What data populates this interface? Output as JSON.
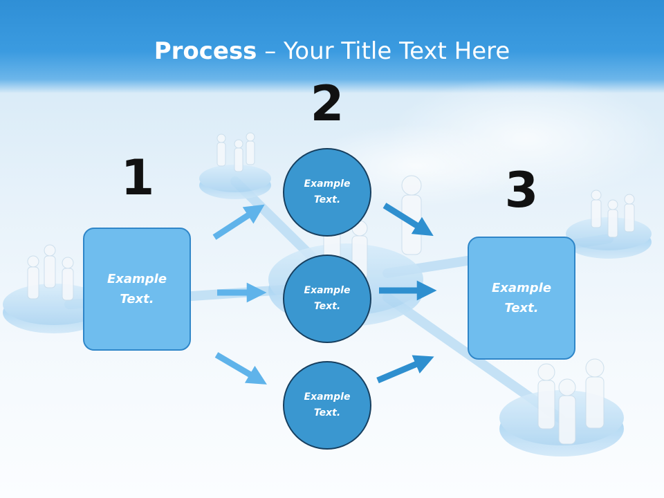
{
  "title": {
    "bold": "Process",
    "rest": " – Your Title Text Here"
  },
  "steps": [
    {
      "number": "1",
      "text": "Example Text."
    },
    {
      "number": "2",
      "items": [
        "Example Text.",
        "Example Text.",
        "Example Text."
      ]
    },
    {
      "number": "3",
      "text": "Example Text."
    }
  ],
  "colors": {
    "box_fill": "#6fbdee",
    "circle_fill": "#3a97d0",
    "arrow_light": "#5fb3ea",
    "arrow_dark": "#2e8fcf",
    "header": "#2f8fd6"
  }
}
